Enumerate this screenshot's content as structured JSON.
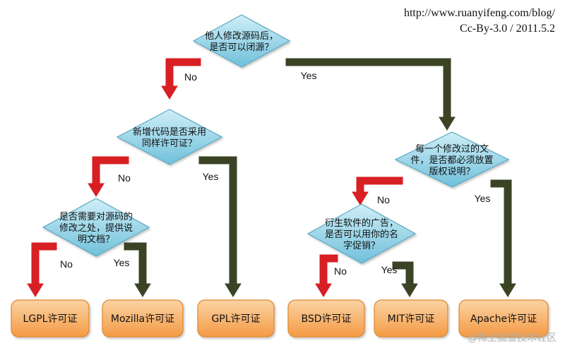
{
  "credit": {
    "url": "http://www.ruanyifeng.com/blog/",
    "license": "Cc-By-3.0 / 2011.5.2"
  },
  "watermark": "@稀土掘金技术社区",
  "colors": {
    "decision_fill_top": "#cfeef7",
    "decision_fill_bottom": "#6fc0da",
    "decision_stroke": "#5aa9c3",
    "license_fill_top": "#fbd3a4",
    "license_fill_bottom": "#f49a44",
    "license_stroke": "#e0862e",
    "no_arrow": "#d81f23",
    "yes_arrow": "#3a4425"
  },
  "nodes": [
    {
      "id": "q1",
      "type": "decision",
      "lines": [
        "他人修改源码后，",
        "是否可以闭源？"
      ]
    },
    {
      "id": "q2",
      "type": "decision",
      "lines": [
        "新增代码是否采用",
        "同样许可证？"
      ]
    },
    {
      "id": "q3",
      "type": "decision",
      "lines": [
        "是否需要对源码的",
        "修改之处，提供说",
        "明文档？"
      ]
    },
    {
      "id": "q4",
      "type": "decision",
      "lines": [
        "每一个修改过的文",
        "件，是否都必须放置",
        "版权说明？"
      ]
    },
    {
      "id": "q5",
      "type": "decision",
      "lines": [
        "衍生软件的广告，",
        "是否可以用你的名",
        "字促销？"
      ]
    },
    {
      "id": "lgpl",
      "type": "license",
      "label": "LGPL许可证"
    },
    {
      "id": "mozilla",
      "type": "license",
      "label": "Mozilla许可证"
    },
    {
      "id": "gpl",
      "type": "license",
      "label": "GPL许可证"
    },
    {
      "id": "bsd",
      "type": "license",
      "label": "BSD许可证"
    },
    {
      "id": "mit",
      "type": "license",
      "label": "MIT许可证"
    },
    {
      "id": "apache",
      "type": "license",
      "label": "Apache许可证"
    }
  ],
  "edges": [
    {
      "from": "q1",
      "to": "q2",
      "kind": "no",
      "label": "No"
    },
    {
      "from": "q1",
      "to": "q4",
      "kind": "yes",
      "label": "Yes"
    },
    {
      "from": "q2",
      "to": "q3",
      "kind": "no",
      "label": "No"
    },
    {
      "from": "q2",
      "to": "gpl",
      "kind": "yes",
      "label": "Yes"
    },
    {
      "from": "q3",
      "to": "lgpl",
      "kind": "no",
      "label": "No"
    },
    {
      "from": "q3",
      "to": "mozilla",
      "kind": "yes",
      "label": "Yes"
    },
    {
      "from": "q4",
      "to": "q5",
      "kind": "no",
      "label": "No"
    },
    {
      "from": "q4",
      "to": "apache",
      "kind": "yes",
      "label": "Yes"
    },
    {
      "from": "q5",
      "to": "bsd",
      "kind": "no",
      "label": "No"
    },
    {
      "from": "q5",
      "to": "mit",
      "kind": "yes",
      "label": "Yes"
    }
  ]
}
